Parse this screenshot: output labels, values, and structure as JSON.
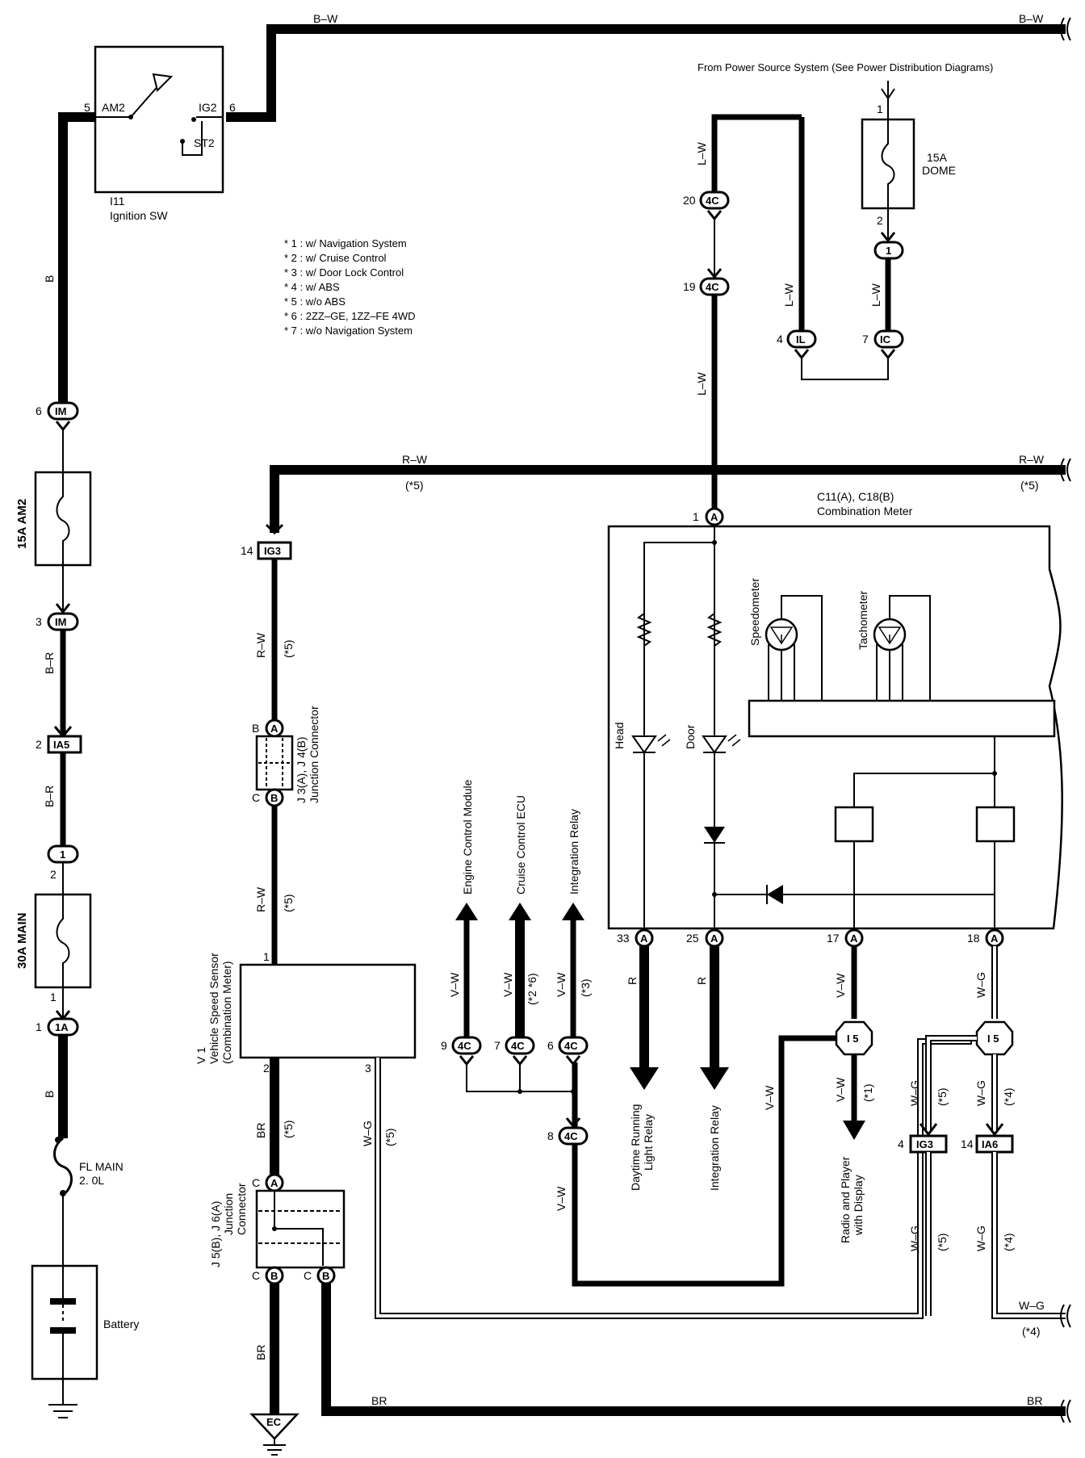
{
  "notes": [
    "* 1 : w/ Navigation System",
    "* 2 : w/ Cruise Control",
    "* 3 : w/ Door Lock Control",
    "* 4 : w/ ABS",
    "* 5 : w/o ABS",
    "* 6 : 2ZZ–GE,  1ZZ–FE 4WD",
    "* 7 : w/o Navigation System"
  ],
  "ignition": {
    "id": "I11",
    "name": "Ignition SW",
    "am2": "AM2",
    "ig2": "IG2",
    "st2": "ST2",
    "pin_am2": "5",
    "pin_ig2": "6"
  },
  "power_source": "From Power Source System (See Power Distribution Diagrams)",
  "fuse_dome": {
    "rating": "15A",
    "name": "DOME",
    "pin_top": "1",
    "pin_bottom": "2"
  },
  "fuse_am2": "15A AM2",
  "fuse_main": "30A MAIN",
  "fl_main": {
    "line1": "FL MAIN",
    "line2": "2. 0L"
  },
  "battery": "Battery",
  "ground": "EC",
  "meter": {
    "line1": "C11(A), C18(B)",
    "line2": "Combination Meter",
    "speedometer": "Speedometer",
    "tachometer": "Tachometer",
    "head": "Head",
    "door": "Door"
  },
  "sensor": {
    "id": "V 1",
    "line1": "Vehicle Speed Sensor",
    "line2": "(Combination Meter)"
  },
  "jc_top": {
    "line1": "J 3(A), J 4(B)",
    "line2": "Junction Connector"
  },
  "jc_bottom": {
    "line1": "J 5(B), J 6(A)",
    "line2": "Junction",
    "line3": "Connector"
  },
  "outputs": {
    "ecm": "Engine Control Module",
    "cruise": "Cruise Control ECU",
    "integration_top": "Integration Relay",
    "drl1": "Daytime Running",
    "drl2": "Light Relay",
    "integration": "Integration Relay",
    "radio1": "Radio and Player",
    "radio2": "with Display"
  },
  "wires": {
    "bw": "B–W",
    "b": "B",
    "br": "B–R",
    "rw": "R–W",
    "lw": "L–W",
    "vw": "V–W",
    "wg": "W–G",
    "brn": "BR",
    "r": "R"
  },
  "notes_ref": {
    "n1": "(*1)",
    "n3": "(*3)",
    "n4": "(*4)",
    "n5": "(*5)",
    "n26": "(*2 *6)"
  },
  "connectors": {
    "IM": "IM",
    "IA5": "IA5",
    "one": "1",
    "1A": "1A",
    "IG3": "IG3",
    "4C": "4C",
    "IL": "IL",
    "IC": "IC",
    "A": "A",
    "B": "B",
    "C": "C",
    "I5": "I 5",
    "IA6": "IA6"
  },
  "pins": {
    "p1": "1",
    "p2": "2",
    "p3": "3",
    "p4": "4",
    "p6": "6",
    "p7": "7",
    "p8": "8",
    "p9": "9",
    "p14": "14",
    "p17": "17",
    "p18": "18",
    "p19": "19",
    "p20": "20",
    "p25": "25",
    "p33": "33",
    "pB": "B",
    "pC": "C"
  }
}
